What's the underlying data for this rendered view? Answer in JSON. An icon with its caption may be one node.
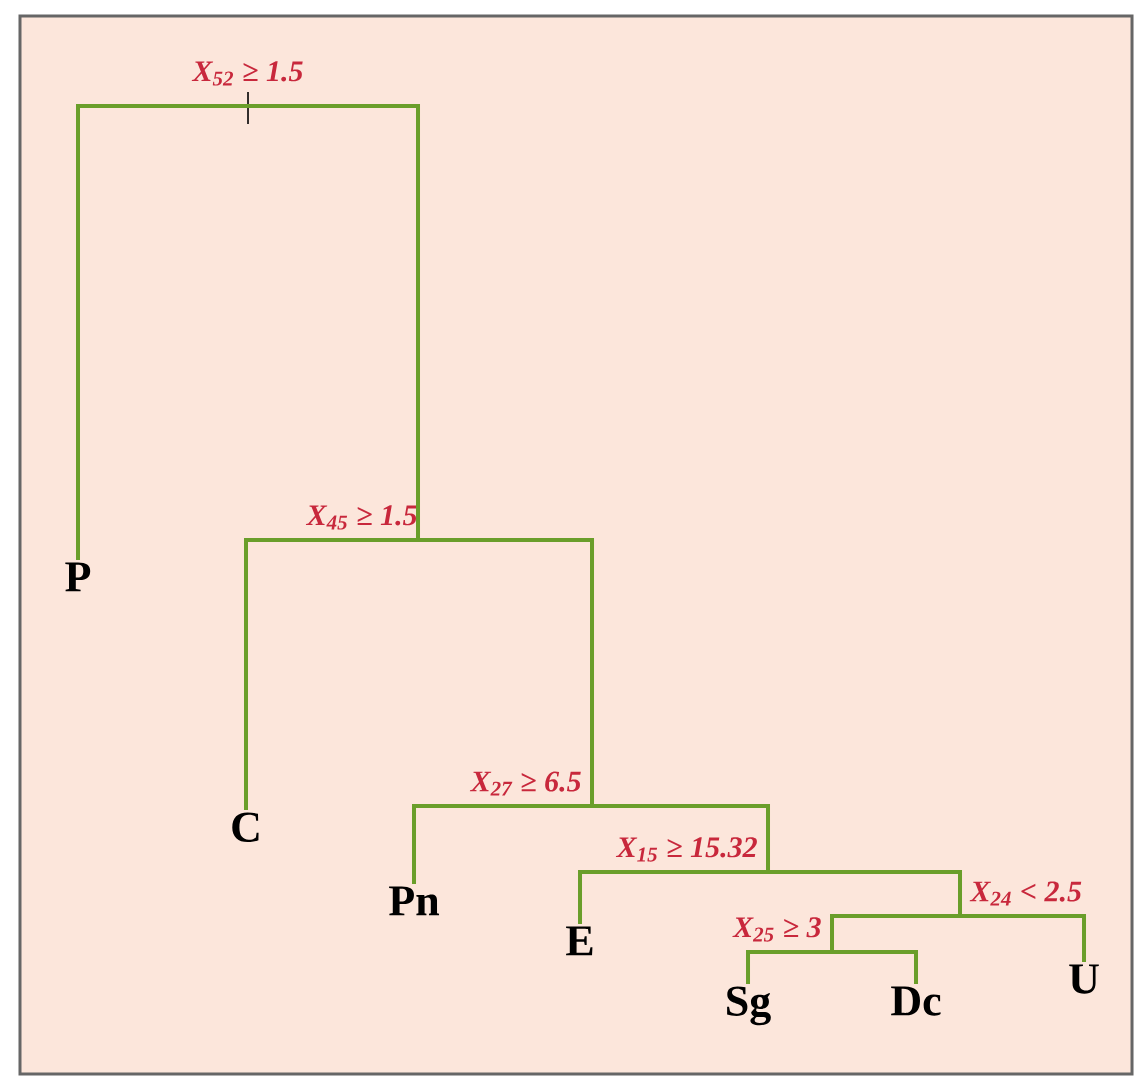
{
  "diagram": {
    "nodes": [
      {
        "text": [
          "X$_{52}$ ≥ 1.5"
        ]
      },
      {
        "text": [
          "P"
        ]
      },
      {
        "text": [
          "X$_{45}$ ≥ 1.5"
        ]
      },
      {
        "text": [
          "C"
        ]
      },
      {
        "text": [
          "X$_{27}$ ≥ 6.5"
        ]
      },
      {
        "text": [
          "Pn"
        ]
      },
      {
        "text": [
          "X$_{15}$ ≥ 15.32"
        ]
      },
      {
        "text": [
          "E"
        ]
      },
      {
        "text": [
          "X$_{24}$ < 2.5"
        ]
      },
      {
        "text": [
          "X$_{25}$ ≥ 3"
        ]
      },
      {
        "text": [
          "Sg"
        ]
      },
      {
        "text": [
          "Dc"
        ]
      },
      {
        "text": [
          "U"
        ]
      }
    ],
    "edges": [
      {
        "from": 0,
        "to": 1,
        "arrow": "none"
      },
      {
        "from": 0,
        "to": 2,
        "arrow": "none"
      },
      {
        "from": 2,
        "to": 3,
        "arrow": "none"
      },
      {
        "from": 2,
        "to": 4,
        "arrow": "none"
      },
      {
        "from": 4,
        "to": 5,
        "arrow": "none"
      },
      {
        "from": 4,
        "to": 6,
        "arrow": "none"
      },
      {
        "from": 6,
        "to": 7,
        "arrow": "none"
      },
      {
        "from": 6,
        "to": 8,
        "arrow": "none"
      },
      {
        "from": 8,
        "to": 9,
        "arrow": "none"
      },
      {
        "from": 8,
        "to": 12,
        "arrow": "none"
      },
      {
        "from": 9,
        "to": 10,
        "arrow": "none"
      },
      {
        "from": 9,
        "to": 11,
        "arrow": "none"
      }
    ]
  }
}
